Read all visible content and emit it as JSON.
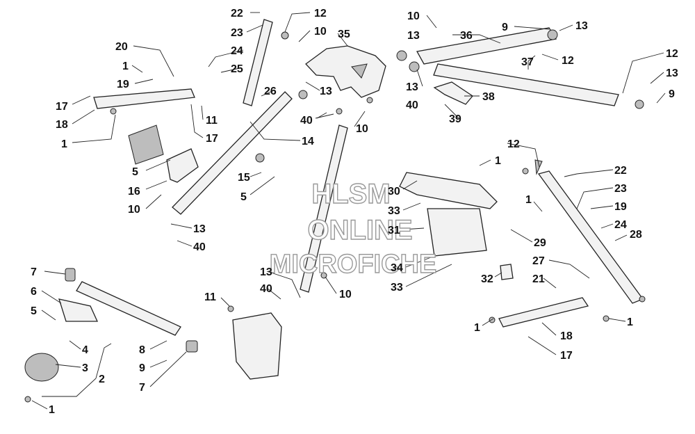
{
  "watermark": {
    "line1": "HLSM",
    "line2": "ONLINE",
    "line3": "MICROFICHE"
  },
  "callouts": [
    {
      "id": "c-22-top",
      "text": "22"
    },
    {
      "id": "c-12-top",
      "text": "12"
    },
    {
      "id": "c-10-top-a",
      "text": "10"
    },
    {
      "id": "c-23-top",
      "text": "23"
    },
    {
      "id": "c-10-top-b",
      "text": "10"
    },
    {
      "id": "c-35",
      "text": "35"
    },
    {
      "id": "c-13-top-a",
      "text": "13"
    },
    {
      "id": "c-36",
      "text": "36"
    },
    {
      "id": "c-9-top",
      "text": "9"
    },
    {
      "id": "c-13-top-b",
      "text": "13"
    },
    {
      "id": "c-20",
      "text": "20"
    },
    {
      "id": "c-24-top",
      "text": "24"
    },
    {
      "id": "c-1-a",
      "text": "1"
    },
    {
      "id": "c-25",
      "text": "25"
    },
    {
      "id": "c-19-left",
      "text": "19"
    },
    {
      "id": "c-37",
      "text": "37"
    },
    {
      "id": "c-12-right-a",
      "text": "12"
    },
    {
      "id": "c-12-right-b",
      "text": "12"
    },
    {
      "id": "c-13-right",
      "text": "13"
    },
    {
      "id": "c-9-right",
      "text": "9"
    },
    {
      "id": "c-26",
      "text": "26"
    },
    {
      "id": "c-13-mid-a",
      "text": "13"
    },
    {
      "id": "c-13-mid-b",
      "text": "13"
    },
    {
      "id": "c-38",
      "text": "38"
    },
    {
      "id": "c-40-top",
      "text": "40"
    },
    {
      "id": "c-39",
      "text": "39"
    },
    {
      "id": "c-17-left-a",
      "text": "17"
    },
    {
      "id": "c-18-left",
      "text": "18"
    },
    {
      "id": "c-11-left",
      "text": "11"
    },
    {
      "id": "c-17-left-b",
      "text": "17"
    },
    {
      "id": "c-40-mid",
      "text": "40"
    },
    {
      "id": "c-10-mid",
      "text": "10"
    },
    {
      "id": "c-1-b",
      "text": "1"
    },
    {
      "id": "c-14",
      "text": "14"
    },
    {
      "id": "c-12-mid",
      "text": "12"
    },
    {
      "id": "c-22-right",
      "text": "22"
    },
    {
      "id": "c-1-c",
      "text": "1"
    },
    {
      "id": "c-5-a",
      "text": "5"
    },
    {
      "id": "c-16",
      "text": "16"
    },
    {
      "id": "c-15",
      "text": "15"
    },
    {
      "id": "c-30",
      "text": "30"
    },
    {
      "id": "c-23-right",
      "text": "23"
    },
    {
      "id": "c-5-b",
      "text": "5"
    },
    {
      "id": "c-10-left",
      "text": "10"
    },
    {
      "id": "c-33-a",
      "text": "33"
    },
    {
      "id": "c-1-d",
      "text": "1"
    },
    {
      "id": "c-19-right",
      "text": "19"
    },
    {
      "id": "c-24-right",
      "text": "24"
    },
    {
      "id": "c-28",
      "text": "28"
    },
    {
      "id": "c-13-left",
      "text": "13"
    },
    {
      "id": "c-31",
      "text": "31"
    },
    {
      "id": "c-40-left",
      "text": "40"
    },
    {
      "id": "c-29",
      "text": "29"
    },
    {
      "id": "c-27",
      "text": "27"
    },
    {
      "id": "c-7-top",
      "text": "7"
    },
    {
      "id": "c-13-low",
      "text": "13"
    },
    {
      "id": "c-34",
      "text": "34"
    },
    {
      "id": "c-32",
      "text": "32"
    },
    {
      "id": "c-21",
      "text": "21"
    },
    {
      "id": "c-6",
      "text": "6"
    },
    {
      "id": "c-40-low",
      "text": "40"
    },
    {
      "id": "c-10-low",
      "text": "10"
    },
    {
      "id": "c-33-b",
      "text": "33"
    },
    {
      "id": "c-11-low",
      "text": "11"
    },
    {
      "id": "c-5-c",
      "text": "5"
    },
    {
      "id": "c-1-e",
      "text": "1"
    },
    {
      "id": "c-1-f",
      "text": "1"
    },
    {
      "id": "c-18-right",
      "text": "18"
    },
    {
      "id": "c-8",
      "text": "8"
    },
    {
      "id": "c-4",
      "text": "4"
    },
    {
      "id": "c-17-right",
      "text": "17"
    },
    {
      "id": "c-9-low",
      "text": "9"
    },
    {
      "id": "c-3",
      "text": "3"
    },
    {
      "id": "c-2",
      "text": "2"
    },
    {
      "id": "c-7-low",
      "text": "7"
    },
    {
      "id": "c-1-g",
      "text": "1"
    }
  ]
}
